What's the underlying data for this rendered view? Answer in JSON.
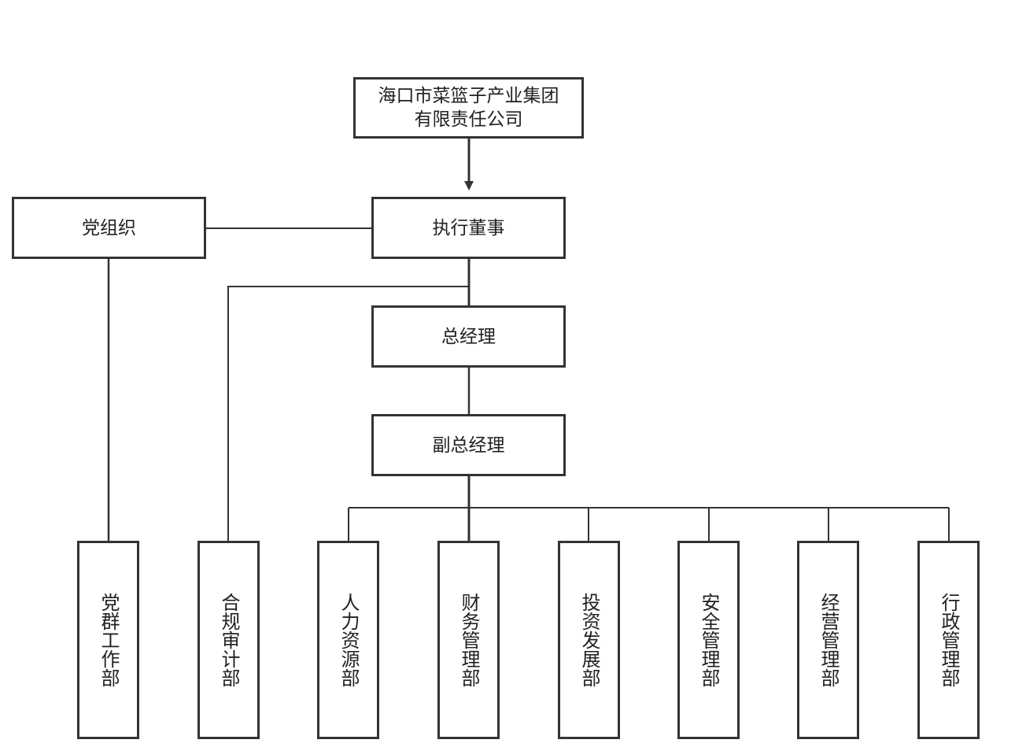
{
  "company": {
    "name_line1": "海口市菜篮子产业集团",
    "name_line2": "有限责任公司"
  },
  "leadership": {
    "executive_director": "执行董事",
    "party_organization": "党组织",
    "general_manager": "总经理",
    "deputy_general_manager": "副总经理"
  },
  "departments": [
    {
      "id": "party-mass-work",
      "label": "党群工作部"
    },
    {
      "id": "compliance-audit",
      "label": "合规审计部"
    },
    {
      "id": "human-resources",
      "label": "人力资源部"
    },
    {
      "id": "finance-management",
      "label": "财务管理部"
    },
    {
      "id": "investment-development",
      "label": "投资发展部"
    },
    {
      "id": "safety-management",
      "label": "安全管理部"
    },
    {
      "id": "operations-management",
      "label": "经营管理部"
    },
    {
      "id": "administration-management",
      "label": "行政管理部"
    }
  ],
  "colors": {
    "line": "#333333",
    "box_border": "#333333",
    "background": "#ffffff",
    "text": "#222222"
  }
}
